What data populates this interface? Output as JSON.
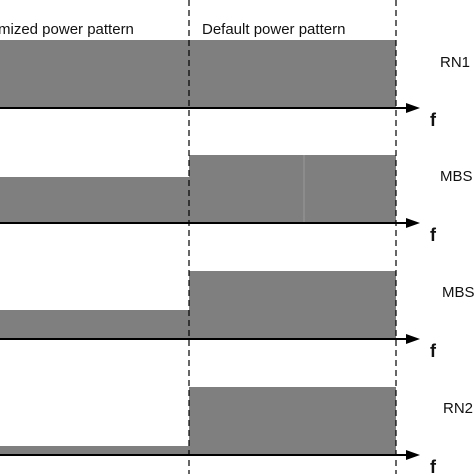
{
  "header": {
    "optimized_label": "mized power pattern",
    "default_label": "Default power pattern"
  },
  "colors": {
    "block_fill": "#7f7f7f",
    "block_edge": "#5a5a5a",
    "axis": "#000000",
    "dashed": "#000000"
  },
  "rows": [
    {
      "label": "RN1",
      "axis_label": "f",
      "optimized_level": 1.0,
      "default_level": 1.0,
      "split_block": false
    },
    {
      "label": "MBS",
      "axis_label": "f",
      "optimized_level": 0.68,
      "default_level": 1.0,
      "split_block": true
    },
    {
      "label": "MBS",
      "axis_label": "f",
      "optimized_level": 0.42,
      "default_level": 1.0,
      "split_block": false
    },
    {
      "label": "RN2",
      "axis_label": "f",
      "optimized_level": 0.13,
      "default_level": 1.0,
      "split_block": false
    }
  ]
}
